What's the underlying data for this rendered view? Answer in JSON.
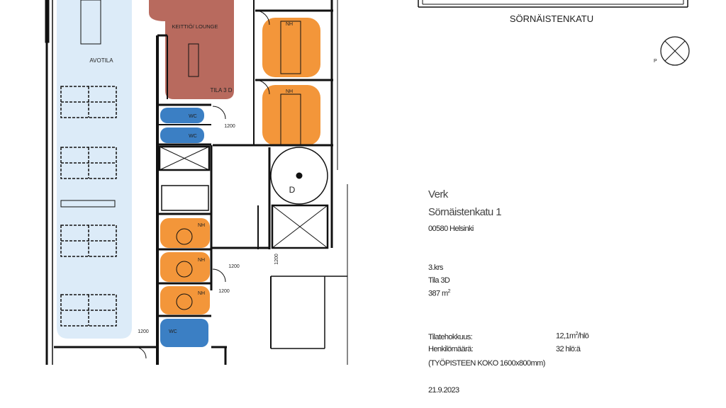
{
  "plan": {
    "street": "SÖRNÄISTENKATU",
    "compass_label": "P",
    "rooms": {
      "open_area": "AVOTILA",
      "kitchen": "KEITTIÖ/ LOUNGE",
      "space_name": "TILA 3 D",
      "meeting": "NH",
      "wc": "WC",
      "stairs": "D"
    },
    "door_width": "1200",
    "colors": {
      "open_area": "#dcebf8",
      "kitchen": "#b86a5e",
      "meeting": "#f3963a",
      "wc": "#3b7fc4"
    }
  },
  "info": {
    "company": "Verk",
    "street_address": "Sörnäistenkatu 1",
    "postal": "00580 Helsinki",
    "floor": "3.krs",
    "space": "Tila 3D",
    "area_value": "387 m",
    "area_sup": "2",
    "efficiency_label": "Tilatehokkuus:",
    "efficiency_value": "12,1m",
    "efficiency_sup": "2",
    "efficiency_unit": "/hlö",
    "people_label": "Henkilömäärä:",
    "people_value": "32 hlö:ä",
    "workstation_note": "(TYÖPISTEEN KOKO 1600x800mm)",
    "date": "21.9.2023"
  }
}
